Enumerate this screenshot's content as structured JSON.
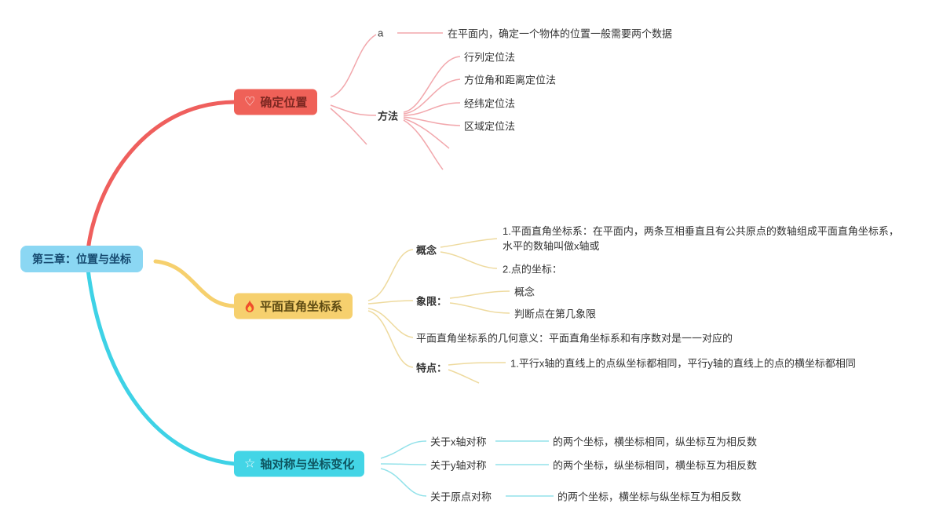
{
  "root": {
    "label": "第三章：位置与坐标"
  },
  "icons": {
    "position": "♡",
    "coordinate": "flame",
    "symmetry": "☆"
  },
  "branch_position": {
    "label": "确定位置",
    "a": {
      "label": "a",
      "desc": "在平面内，确定一个物体的位置一般需要两个数据"
    },
    "method": {
      "label": "方法",
      "items": [
        "行列定位法",
        "方位角和距离定位法",
        "经纬定位法",
        "区域定位法"
      ]
    }
  },
  "branch_coordinate": {
    "label": "平面直角坐标系",
    "concept": {
      "label": "概念",
      "items": [
        "1.平面直角坐标系：在平面内，两条互相垂直且有公共原点的数轴组成平面直角坐标系，水平的数轴叫做x轴或",
        "2.点的坐标："
      ]
    },
    "quadrant": {
      "label": "象限：",
      "items": [
        "概念",
        "判断点在第几象限"
      ]
    },
    "geometric_meaning": "平面直角坐标系的几何意义：平面直角坐标系和有序数对是一一对应的",
    "feature": {
      "label": "特点：",
      "items": [
        "1.平行x轴的直线上的点纵坐标都相同，平行y轴的直线上的点的横坐标都相同"
      ]
    }
  },
  "branch_symmetry": {
    "label": "轴对称与坐标变化",
    "items": [
      {
        "label": "关于x轴对称",
        "desc": "的两个坐标，横坐标相同，纵坐标互为相反数"
      },
      {
        "label": "关于y轴对称",
        "desc": "的两个坐标，纵坐标相同，横坐标互为相反数"
      },
      {
        "label": "关于原点对称",
        "desc": "的两个坐标，横坐标与纵坐标互为相反数"
      }
    ]
  },
  "colors": {
    "root_bg": "#8bd7f3",
    "branch_position": "#ef6158",
    "branch_coordinate": "#f6d06e",
    "branch_symmetry": "#43d5e6",
    "link_position": "#f2a7ac",
    "link_coordinate": "#eeda9e",
    "link_symmetry": "#93e2ea",
    "text": "#333333"
  }
}
